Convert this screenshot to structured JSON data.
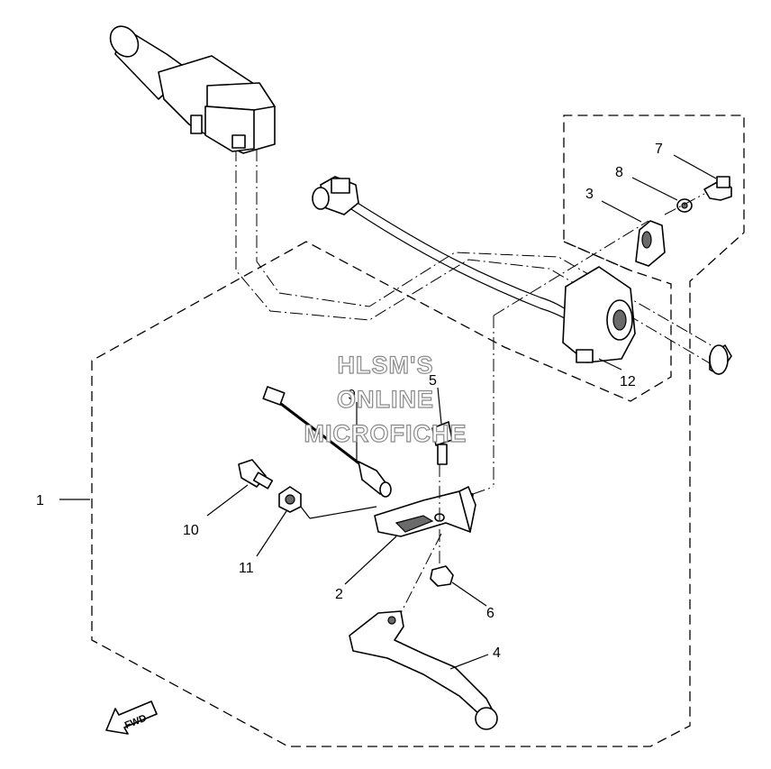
{
  "watermark": {
    "line1": "HLSM'S",
    "line2": "ONLINE",
    "line3": "MICROFICHE"
  },
  "fwd_label": "FWD",
  "callouts": [
    {
      "id": "1",
      "text": "1"
    },
    {
      "id": "2",
      "text": "2"
    },
    {
      "id": "3",
      "text": "3"
    },
    {
      "id": "4",
      "text": "4"
    },
    {
      "id": "5",
      "text": "5"
    },
    {
      "id": "6",
      "text": "6"
    },
    {
      "id": "7",
      "text": "7"
    },
    {
      "id": "8",
      "text": "8"
    },
    {
      "id": "9",
      "text": "9"
    },
    {
      "id": "10",
      "text": "10"
    },
    {
      "id": "11",
      "text": "11"
    },
    {
      "id": "12",
      "text": "12"
    }
  ]
}
